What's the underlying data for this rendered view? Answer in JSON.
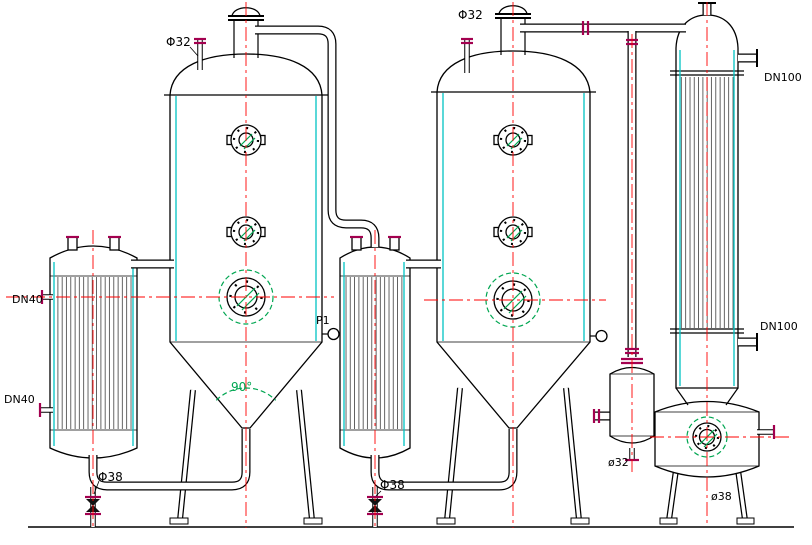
{
  "drawing": {
    "labels": {
      "phi32_left": "Φ32",
      "phi32_right": "Φ32",
      "dn100_top": "DN100",
      "dn100_side": "DN100",
      "dn40_upper": "DN40",
      "dn40_lower": "DN40",
      "phi38_left": "Φ38",
      "phi38_right": "Φ38",
      "p1": "P1",
      "cone_angle": "90°",
      "o32": "ø32",
      "o38": "ø38"
    },
    "colors": {
      "line": "#000000",
      "centerline": "#ff0000",
      "jacket": "#00c4c4",
      "fitting": "#a3004f",
      "sightglass": "#00a651",
      "background": "#ffffff"
    }
  }
}
